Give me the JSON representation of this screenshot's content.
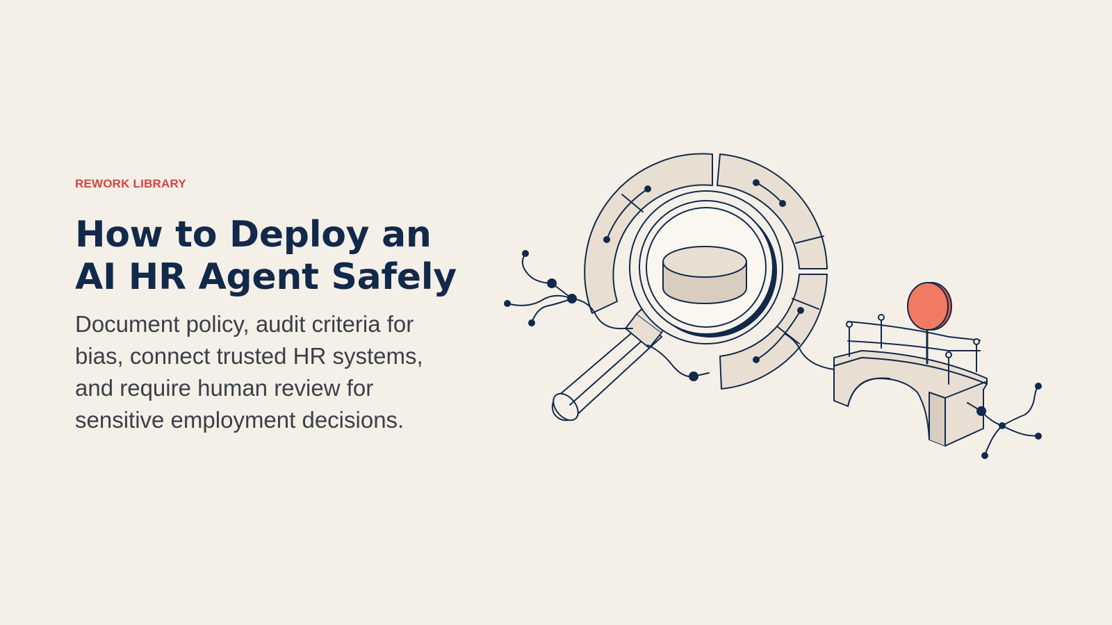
{
  "hero": {
    "eyebrow": "REWORK LIBRARY",
    "title": "How to Deploy an AI HR Agent Safely",
    "summary": "Document policy, audit criteria for bias, connect trusted HR systems, and require human review for sensitive employment decisions."
  },
  "illustration": {
    "icons": [
      "magnifying-glass-icon",
      "database-icon",
      "bridge-icon",
      "stop-sign-icon",
      "node-network-icon"
    ],
    "colors": {
      "ink": "#12294b",
      "fill": "#e8dfd2",
      "shade": "#d8cdbf",
      "accent": "#f07a62",
      "background": "#f4f0e8"
    }
  }
}
